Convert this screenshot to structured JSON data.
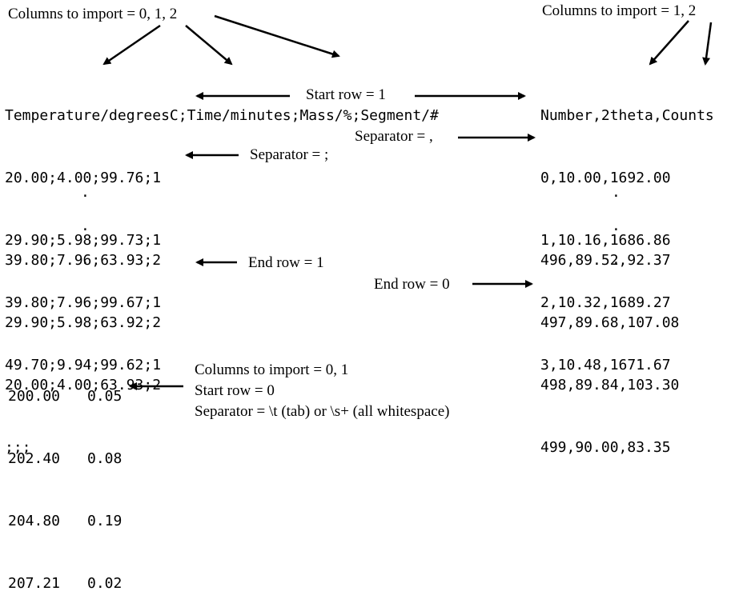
{
  "left_file": {
    "header": "Temperature/degreesC;Time/minutes;Mass/%;Segment/#",
    "rows_top": [
      "20.00;4.00;99.76;1",
      "29.90;5.98;99.73;1",
      "39.80;7.96;99.67;1",
      "49.70;9.94;99.62;1"
    ],
    "ellipsis": ".",
    "rows_bottom": [
      "39.80;7.96;63.93;2",
      "29.90;5.98;63.92;2",
      "20.00;4.00;63.93;2",
      ";;;"
    ]
  },
  "right_file": {
    "header": "Number,2theta,Counts",
    "rows_top": [
      "0,10.00,1692.00",
      "1,10.16,1686.86",
      "2,10.32,1689.27",
      "3,10.48,1671.67"
    ],
    "ellipsis": ".",
    "rows_bottom": [
      "496,89.52,92.37",
      "497,89.68,107.08",
      "498,89.84,103.30",
      "499,90.00,83.35"
    ]
  },
  "bottom_file": {
    "rows": [
      [
        "200.00",
        "0.05"
      ],
      [
        "202.40",
        "0.08"
      ],
      [
        "204.80",
        "0.19"
      ],
      [
        "207.21",
        "0.02"
      ]
    ]
  },
  "annotations": {
    "left_columns": "Columns to import = 0, 1, 2",
    "right_columns": "Columns to import = 1, 2",
    "start_row": "Start row = 1",
    "sep_semicolon": "Separator = ;",
    "sep_comma": "Separator = ,",
    "end_row_1": "End row = 1",
    "end_row_0": "End row = 0",
    "bottom_columns": "Columns to import = 0, 1",
    "bottom_start": "Start row = 0",
    "bottom_separator": "Separator = \\t (tab) or \\s+ (all whitespace)"
  }
}
